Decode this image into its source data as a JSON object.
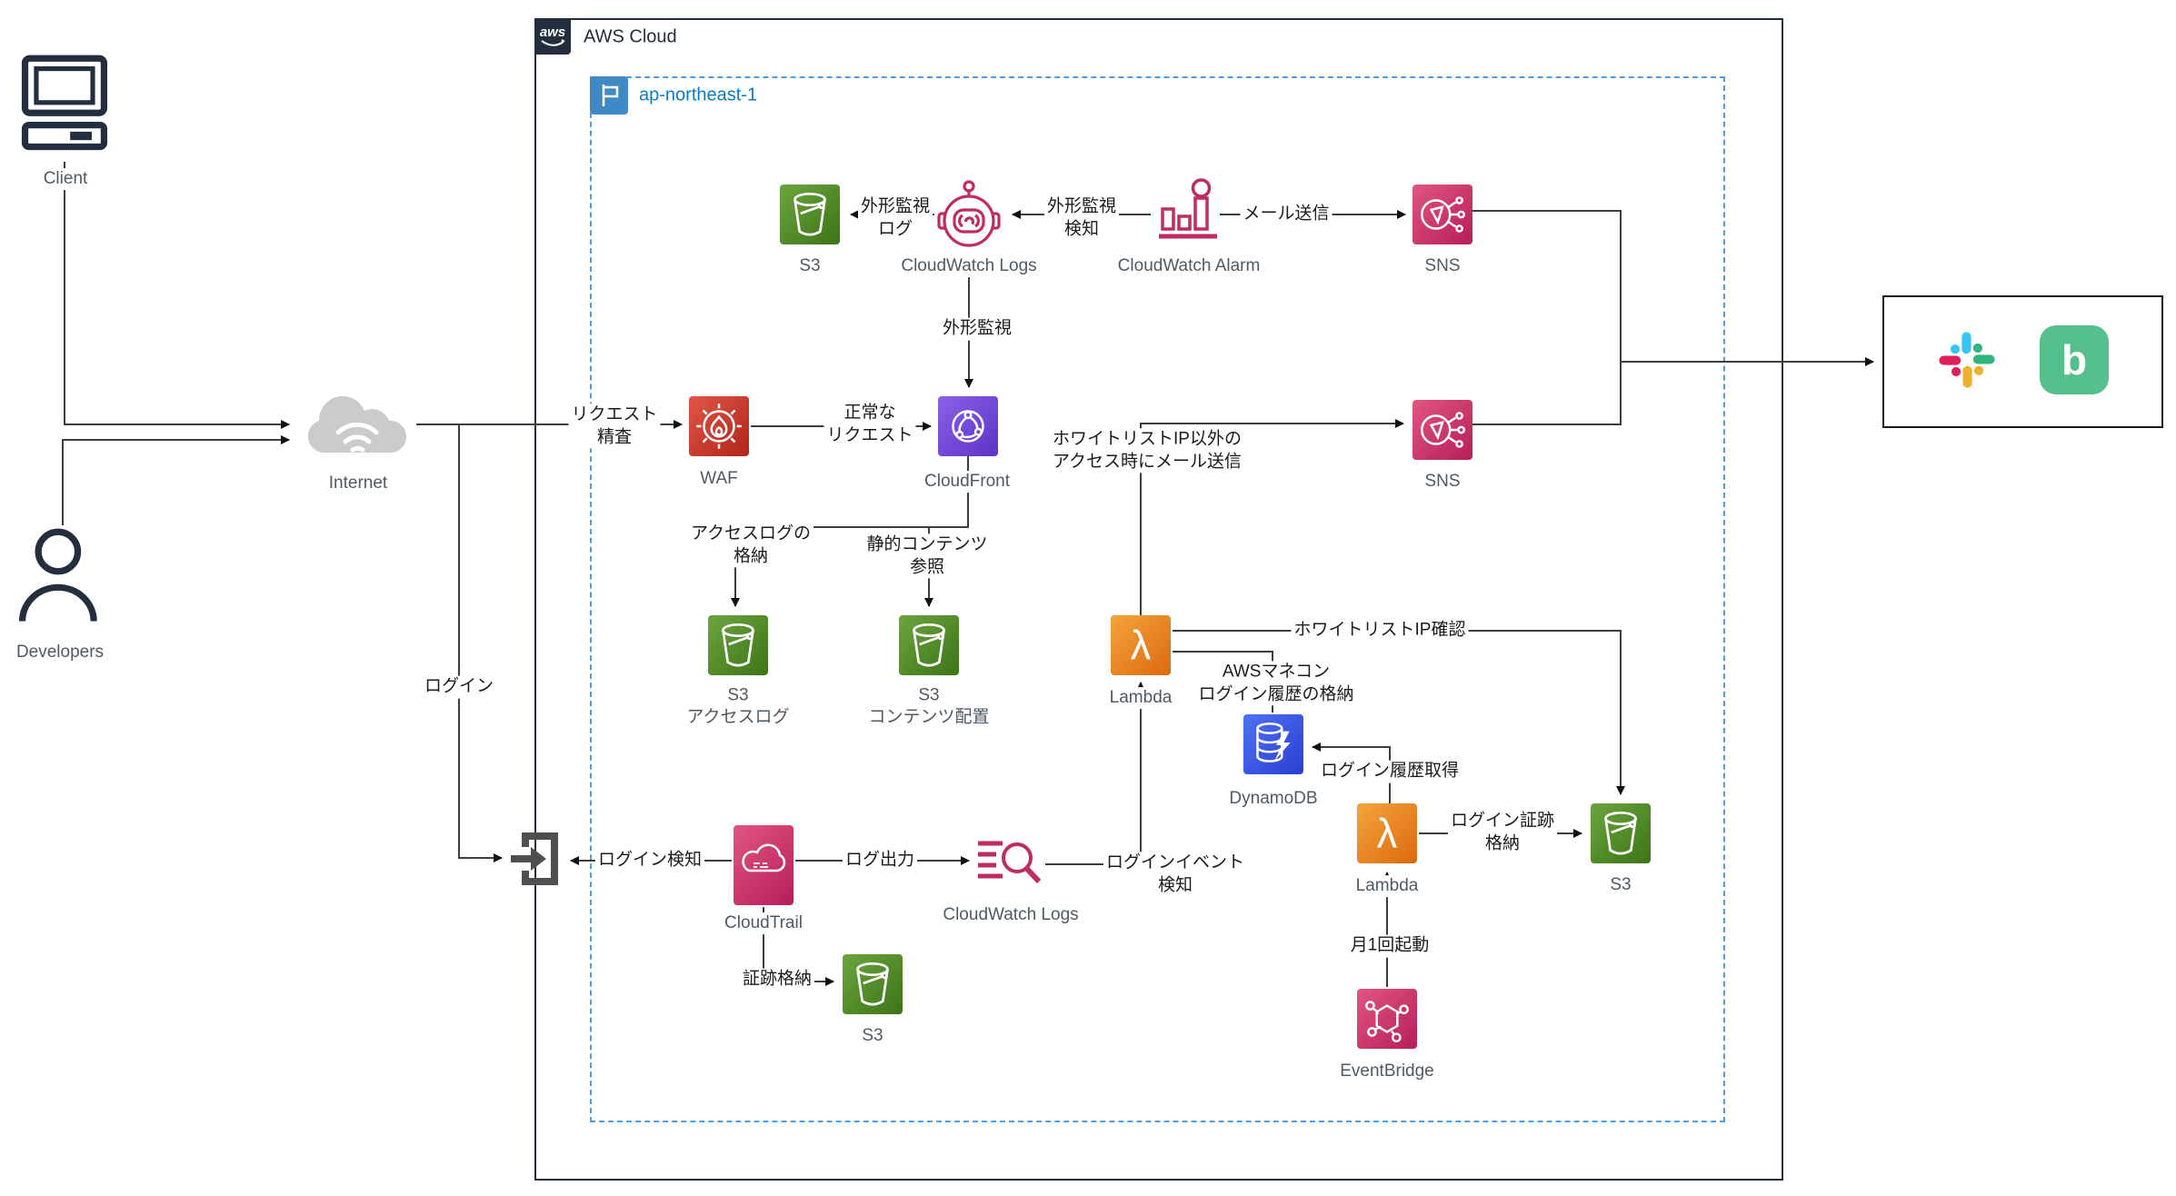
{
  "colors": {
    "navy": "#232F3E",
    "edge": "#3D3D3D",
    "region_border": "#4C9EE0",
    "region_text": "#0A7CC4",
    "flag_bg": "#3F8AC4",
    "s3_a": "#6CA53F",
    "s3_b": "#3C7417",
    "lambda_a": "#F4A43B",
    "lambda_b": "#DC6A0F",
    "dynamo_a": "#4D72F4",
    "dynamo_b": "#2C3FD0",
    "pink_a": "#E15681",
    "pink_b": "#B51E5A",
    "crimson": "#BE2D5D",
    "waf_a": "#DF5648",
    "waf_b": "#B2251A",
    "cf_a": "#8A61E8",
    "cf_b": "#5D33C6",
    "cloud_gray": "#C9CBCC",
    "signin_gray": "#4F4F4F",
    "slack_blue": "#36C5F0",
    "slack_green": "#2EB67D",
    "slack_yellow": "#ECB22E",
    "slack_red": "#E01E5A",
    "backlog_green": "#55C08C",
    "label_gray": "#4E5A63"
  },
  "aws_cloud": {
    "label": "AWS Cloud",
    "logo": "aws"
  },
  "region": {
    "label": "ap-northeast-1"
  },
  "external": {
    "client": "Client",
    "developers": "Developers",
    "internet": "Internet",
    "backlog_letter": "b"
  },
  "nodes": {
    "s3_top": "S3",
    "cwl_top": "CloudWatch Logs",
    "cw_alarm": "CloudWatch Alarm",
    "sns_top": "SNS",
    "waf": "WAF",
    "cloudfront": "CloudFront",
    "sns_mid": "SNS",
    "s3_access": "S3\nアクセスログ",
    "s3_content": "S3\nコンテンツ配置",
    "lambda1": "Lambda",
    "dynamodb": "DynamoDB",
    "lambda2": "Lambda",
    "s3_right": "S3",
    "eventbridge": "EventBridge",
    "cloudtrail": "CloudTrail",
    "cwl_bottom": "CloudWatch Logs",
    "s3_trail": "S3"
  },
  "edge_labels": {
    "request_inspect": "リクエスト\n精査",
    "login": "ログイン",
    "normal_request": "正常な\nリクエスト",
    "synthetics_log": "外形監視\nログ",
    "synthetics_detect": "外形監視\n検知",
    "mail_send": "メール送信",
    "synthetics": "外形監視",
    "access_log_store": "アクセスログの\n格納",
    "static_content_ref": "静的コンテンツ\n参照",
    "whitelist_mail": "ホワイトリストIP以外の\nアクセス時にメール送信",
    "whitelist_check": "ホワイトリストIP確認",
    "mancon_history_store": "AWSマネコン\nログイン履歴の格納",
    "login_history_get": "ログイン履歴取得",
    "login_evidence_store": "ログイン証跡\n格納",
    "monthly_trigger": "月1回起動",
    "login_detect": "ログイン検知",
    "log_output": "ログ出力",
    "login_event_detect": "ログインイベント\n検知",
    "trail_evidence_store": "証跡格納"
  }
}
